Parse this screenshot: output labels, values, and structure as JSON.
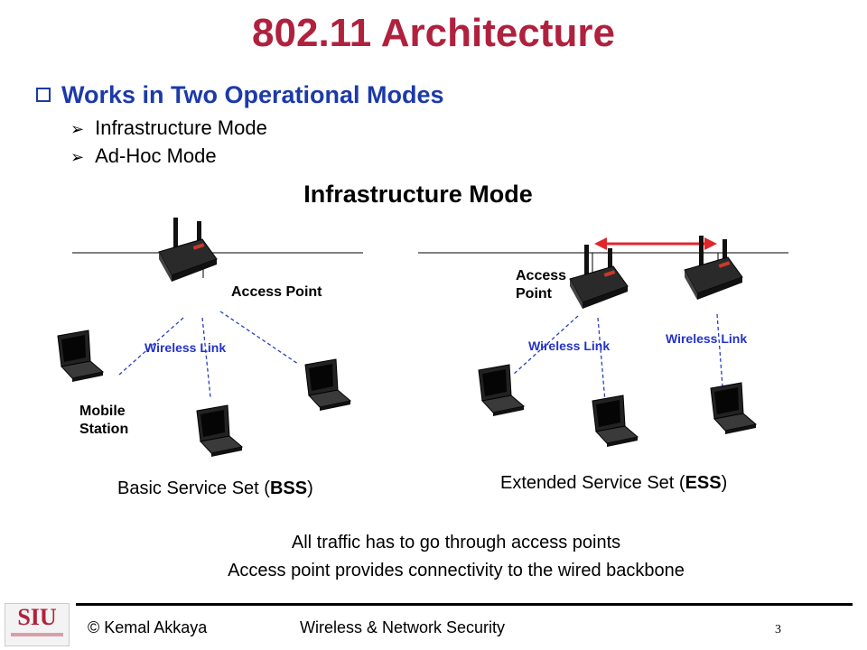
{
  "slide": {
    "title": "802.11 Architecture",
    "bullet_main": "Works in Two Operational Modes",
    "sub_bullets": [
      "Infrastructure Mode",
      "Ad-Hoc Mode"
    ],
    "diagram_title": "Infrastructure Mode"
  },
  "bss": {
    "access_point_label": "Access Point",
    "wireless_link_label": "Wireless Link",
    "mobile_station_label_line1": "Mobile",
    "mobile_station_label_line2": "Station",
    "caption_prefix": "Basic Service Set (",
    "caption_bold": "BSS",
    "caption_suffix": ")"
  },
  "ess": {
    "access_label_line1": "Access",
    "access_label_line2": "Point",
    "wireless_link_label_1": "Wireless Link",
    "wireless_link_label_2": "Wireless Link",
    "caption_prefix": "Extended Service Set (",
    "caption_bold": "ESS",
    "caption_suffix": ")"
  },
  "notes": [
    "All traffic has to go through access points",
    "Access point provides connectivity to the wired backbone"
  ],
  "footer": {
    "author": "© Kemal Akkaya",
    "course": "Wireless & Network Security",
    "page": "3",
    "logo_text": "SIU"
  },
  "colors": {
    "title": "#b0213e",
    "bullet": "#1c3aa8",
    "link_text": "#2433c9",
    "link_line": "#2a3fc0",
    "roam_arrow": "#e0262b"
  }
}
